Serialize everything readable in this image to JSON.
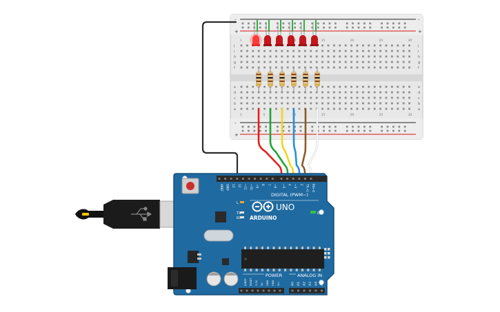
{
  "breadboard": {
    "row_letters_top": [
      "j",
      "i",
      "h",
      "g",
      "f"
    ],
    "row_letters_bottom": [
      "e",
      "d",
      "c",
      "b",
      "a"
    ],
    "column_numbers": [
      "1",
      "5",
      "10",
      "15",
      "20",
      "25",
      "30"
    ],
    "rail_plus": "+",
    "rail_minus": "-"
  },
  "leds": {
    "count": 6,
    "lit_index": 0,
    "color": "#c4161c",
    "lit_color": "#ff3a3a"
  },
  "wires": {
    "colors": [
      "#e0201c",
      "#22a33a",
      "#f2d51a",
      "#2390d6",
      "#8a5a2b",
      "#ffffff"
    ],
    "ground_color": "#2b2b2b"
  },
  "arduino": {
    "brand": "ARDUINO",
    "model": "UNO",
    "digital_label": "DIGITAL (PWM~)",
    "power_label": "POWER",
    "analog_label": "ANALOG IN",
    "on_label": "ON",
    "tx_label": "TX",
    "rx_label": "RX",
    "l_label": "L",
    "digital_pins": [
      "AREF",
      "GND",
      "13",
      "12",
      "~11",
      "~10",
      "~9",
      "8",
      "7",
      "~6",
      "~5",
      "4",
      "~3",
      "2",
      "TX→1",
      "RX←0"
    ],
    "power_pins": [
      "IOREF",
      "RESET",
      "3.3V",
      "5V",
      "GND",
      "GND",
      "Vin"
    ],
    "analog_pins": [
      "A0",
      "A1",
      "A2",
      "A3",
      "A4",
      "A5"
    ],
    "board_color": "#1f6aa0"
  }
}
